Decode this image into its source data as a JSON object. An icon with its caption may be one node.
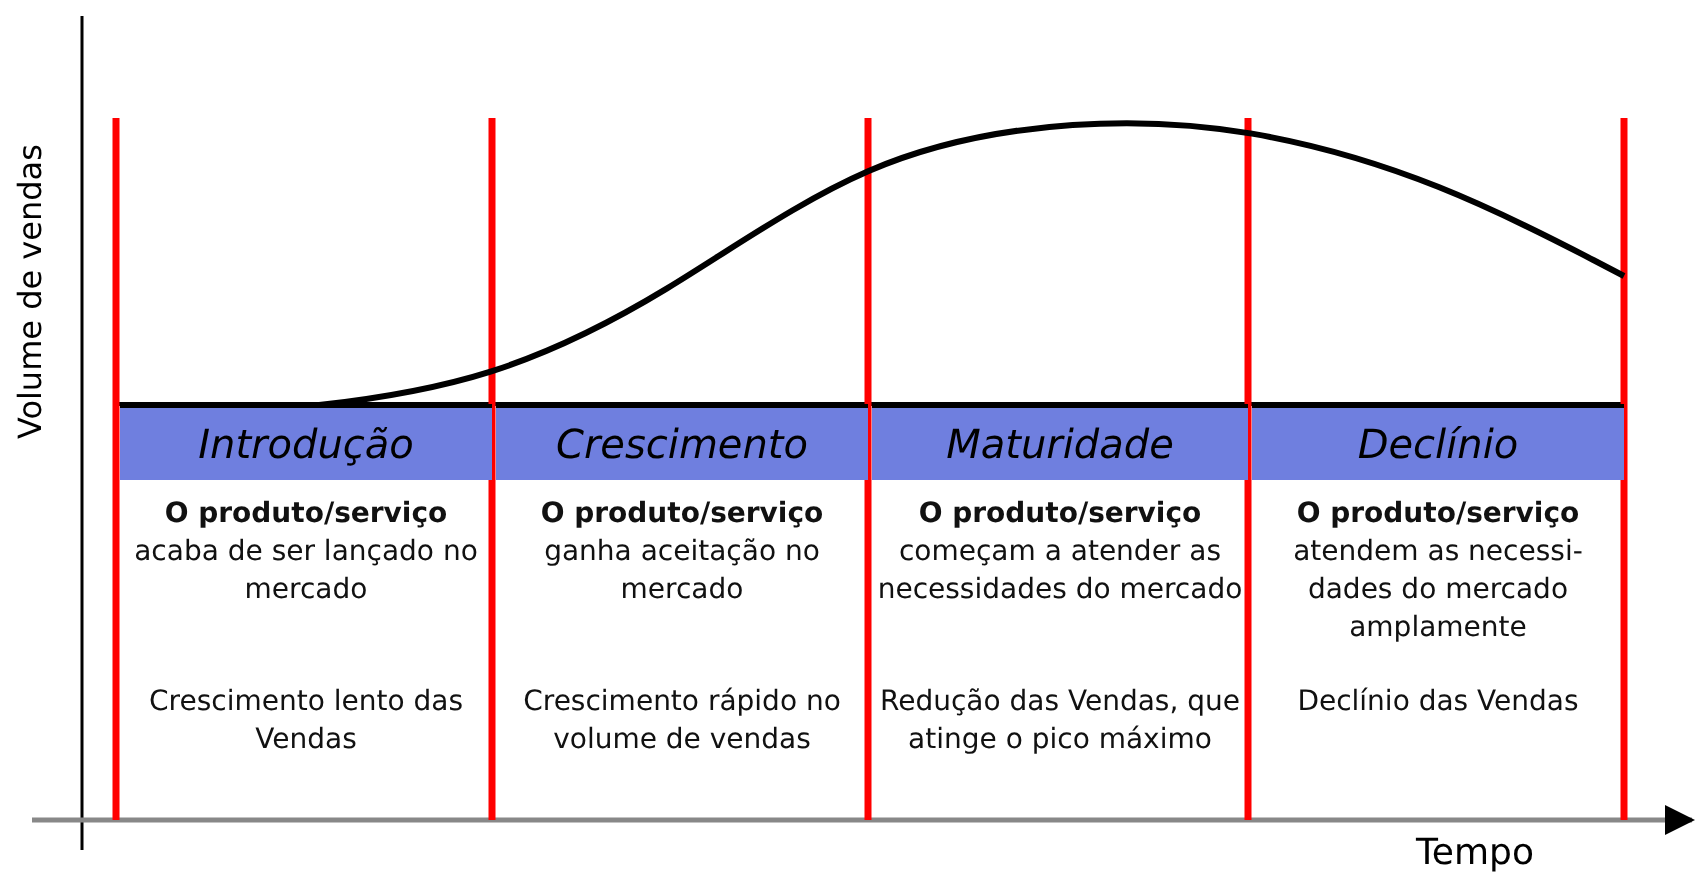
{
  "diagram": {
    "nodes": [
      {
        "text": [
          "Introdução"
        ],
        "beside": [
          "**O produto/serviço** acaba de ser lançado no mercado",
          "Crescimento lento das Vendas"
        ]
      },
      {
        "text": [
          "Crescimento"
        ],
        "beside": [
          "**O produto/serviço** ganha aceitação no mercado",
          "Crescimento rápido no volume de vendas"
        ]
      },
      {
        "text": [
          "Maturidade"
        ],
        "beside": [
          "**O produto/serviço** começam a atender as necessidades do mercado",
          "Redução das Vendas, que atinge o pico máximo"
        ]
      },
      {
        "text": [
          "Declínio"
        ],
        "beside": [
          "**O produto/serviço** atendem as necessi-dades do mercado amplamente",
          "Declínio das Vendas"
        ]
      }
    ],
    "labels": [
      "Volume de vendas",
      "Tempo"
    ]
  }
}
